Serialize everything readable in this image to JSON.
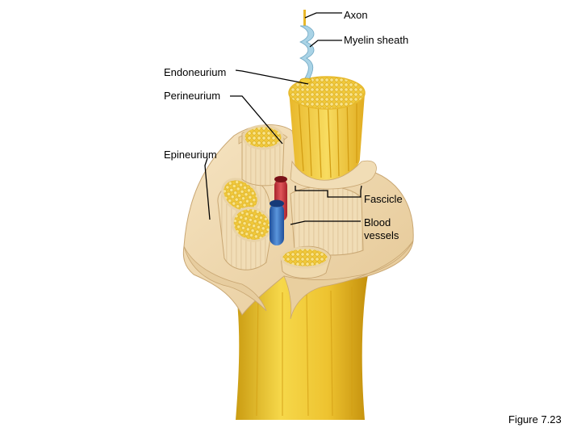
{
  "labels": {
    "axon": "Axon",
    "myelin_sheath": "Myelin sheath",
    "endoneurium": "Endoneurium",
    "perineurium": "Perineurium",
    "epineurium": "Epineurium",
    "fascicle": "Fascicle",
    "blood_vessels_line1": "Blood",
    "blood_vessels_line2": "vessels",
    "figure_caption": "Figure 7.23"
  },
  "colors": {
    "nerve_yellow": "#f3cf3a",
    "nerve_dark": "#d9a81a",
    "tissue_tan": "#f1dcb5",
    "tissue_shadow": "#d9bd8c",
    "artery_red": "#c8343a",
    "vein_blue": "#2f6fc0",
    "myelin_blue": "#a9d3e6",
    "leader_line": "#000000"
  },
  "icons": [
    "nerve-diagram"
  ]
}
